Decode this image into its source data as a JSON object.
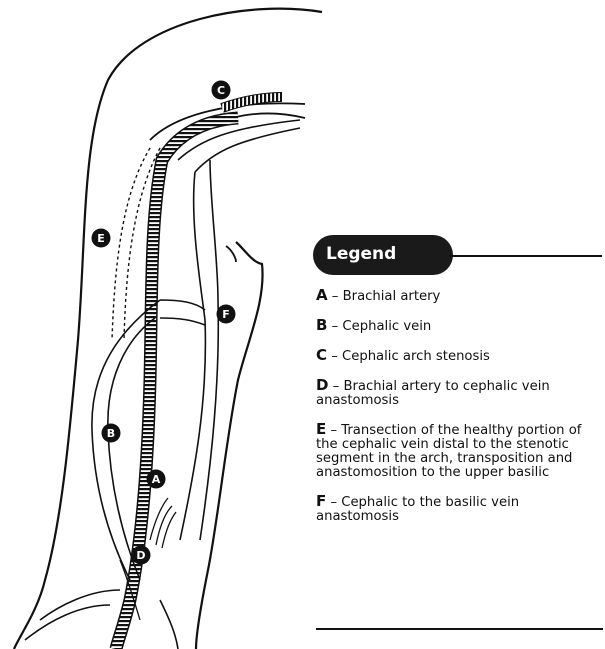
{
  "legend": {
    "title": "Legend",
    "items": [
      {
        "key": "A",
        "dash": " – ",
        "text": "Brachial artery"
      },
      {
        "key": "B",
        "dash": " – ",
        "text": "Cephalic vein"
      },
      {
        "key": "C",
        "dash": " – ",
        "text": "Cephalic arch stenosis"
      },
      {
        "key": "D",
        "dash": " –  ",
        "text": "Brachial artery to cephalic vein anastomosis"
      },
      {
        "key": "E",
        "dash": " – ",
        "text": "Transection of the healthy portion of the cephalic vein distal to the stenotic segment in the arch, transposition and anastomosition to the upper basilic"
      },
      {
        "key": "F",
        "dash": " – ",
        "text": "Cephalic to the basilic vein anastomosis"
      }
    ]
  },
  "markers": [
    "A",
    "B",
    "C",
    "D",
    "E",
    "F"
  ],
  "colors": {
    "ink": "#111111",
    "marker_fill": "#111111",
    "marker_text": "#ffffff",
    "background": "#ffffff"
  }
}
